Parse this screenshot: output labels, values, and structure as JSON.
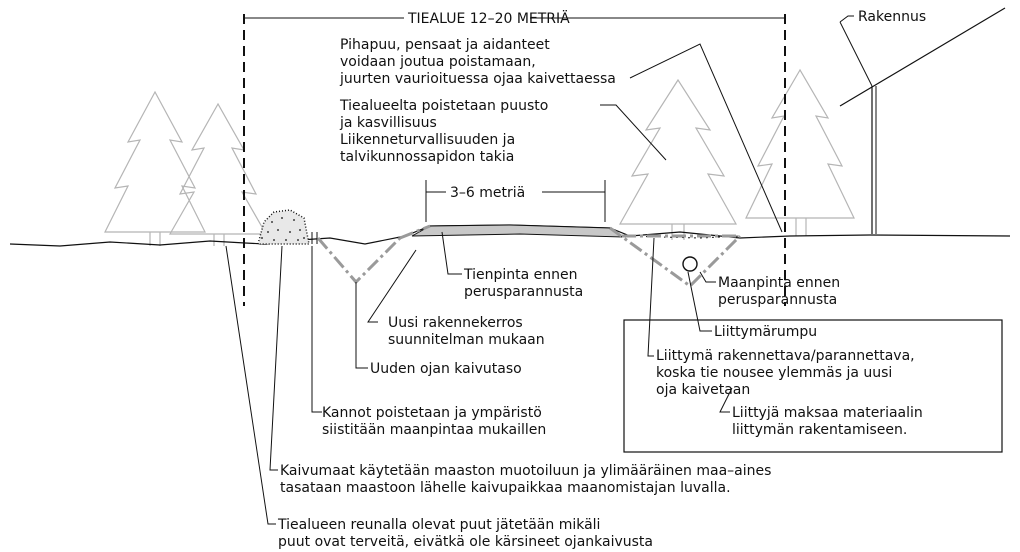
{
  "labels": {
    "road_area": "TIEALUE 12–20 METRIÄ",
    "building": "Rakennus",
    "yard_trees": [
      "Pihapuu, pensaat ja aidanteet",
      "voidaan joutua poistamaan,",
      "juurten vaurioituessa ojaa kaivettaessa"
    ],
    "road_area_clearing": [
      "Tiealueelta poistetaan puusto",
      "ja kasvillisuus",
      "Liikenneturvallisuuden ja",
      "talvikunnossapidon takia"
    ],
    "road_width": "3–6 metriä",
    "road_surface_before": [
      "Tienpinta ennen",
      "perusparannusta"
    ],
    "ground_surface_before": [
      "Maanpinta ennen",
      "perusparannusta"
    ],
    "new_structure_layer": [
      "Uusi rakennekerros",
      "suunnitelman mukaan"
    ],
    "new_ditch_level": "Uuden ojan kaivutaso",
    "connection_culvert": "Liittymärumpu",
    "connection_note": [
      "Liittymä rakennettava/parannettava,",
      "koska tie nousee ylemmäs ja uusi",
      "oja kaivetaan"
    ],
    "connector_pays": [
      "Liittyjä maksaa materiaalin",
      "liittymän rakentamiseen."
    ],
    "stumps": [
      "Kannot poistetaan ja ympäristö",
      "siistitään maanpintaa mukaillen"
    ],
    "excavated_soil": [
      "Kaivumaat käytetään maaston muotoiluun ja ylimääräinen maa–aines",
      "tasataan maastoon lähelle kaivupaikkaa maanomistajan luvalla."
    ],
    "edge_trees": [
      "Tiealueen reunalla olevat puut jätetään mikäli",
      "puut ovat terveitä, eivätkä ole kärsineet ojankaivusta"
    ]
  },
  "colors": {
    "ink": "#111111",
    "tree_outline": "#b5b5b5",
    "ditch_line": "#9a9a9a",
    "road_fill": "#c8c8c8"
  }
}
